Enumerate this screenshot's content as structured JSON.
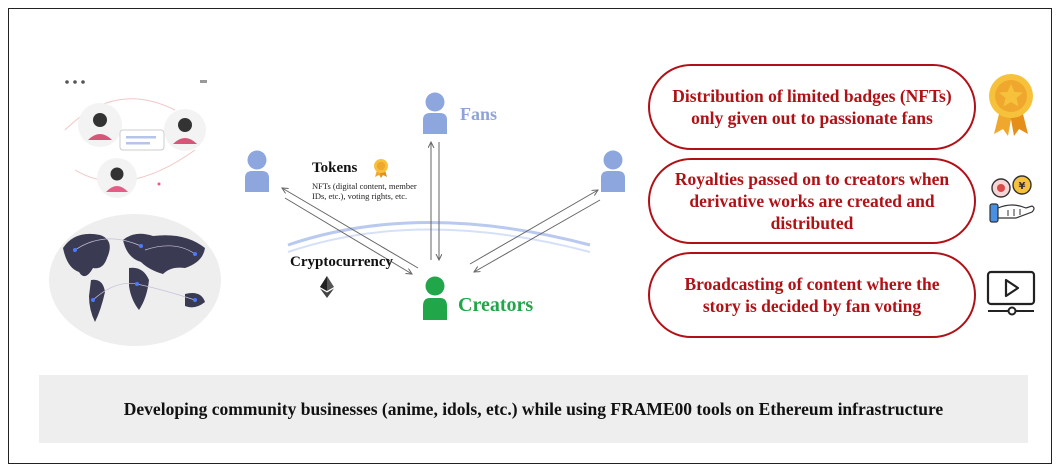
{
  "labels": {
    "fans": "Fans",
    "creators": "Creators",
    "tokens": "Tokens",
    "tokens_note_line1": "NFTs (digital content, member",
    "tokens_note_line2": "IDs, etc.), voting rights, etc.",
    "cryptocurrency": "Cryptocurrency"
  },
  "features": [
    {
      "text": "Distribution of limited badges (NFTs) only given out to passionate fans",
      "icon": "badge-icon"
    },
    {
      "text": "Royalties passed on to creators when derivative works are created and distributed",
      "icon": "coins-hand-icon"
    },
    {
      "text": "Broadcasting of content where the story is decided by fan voting",
      "icon": "video-player-icon"
    }
  ],
  "banner": "Developing community businesses (anime, idols, etc.) while using FRAME00 tools on Ethereum infrastructure",
  "colors": {
    "accent_red": "#b01116",
    "fans_blue": "#8fa3d8",
    "creators_green": "#22a64a",
    "person_blue": "#8ea6de",
    "map_dark": "#3a3a52"
  }
}
